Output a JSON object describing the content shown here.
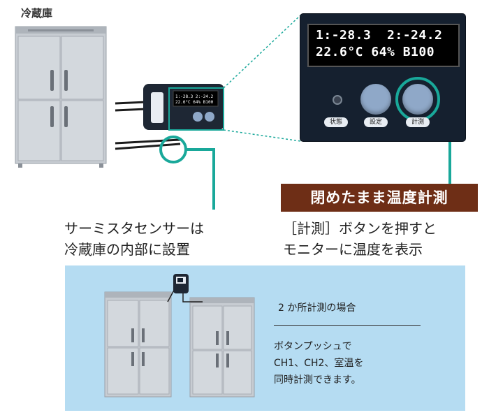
{
  "fridge_label": "冷蔵庫",
  "display": {
    "line1": "1:-28.3  2:-24.2",
    "line2": "22.6°C 64% B100",
    "buttons": [
      {
        "label": "状態"
      },
      {
        "label": "設定"
      },
      {
        "label": "計測"
      }
    ]
  },
  "banner": "閉めたまま温度計測",
  "caption_left": "サーミスタセンサーは\n冷蔵庫の内部に設置",
  "caption_right": "［計測］ボタンを押すと\nモニターに温度を表示",
  "panel": {
    "title": "2 か所計測の場合",
    "body": "ボタンプッシュで\nCH1、CH2、室温を\n同時計測できます。"
  },
  "colors": {
    "accent_teal": "#19a89a",
    "banner_brown": "#6e2e16",
    "panel_blue": "#b5dcf2",
    "device_dark": "#15202f"
  }
}
